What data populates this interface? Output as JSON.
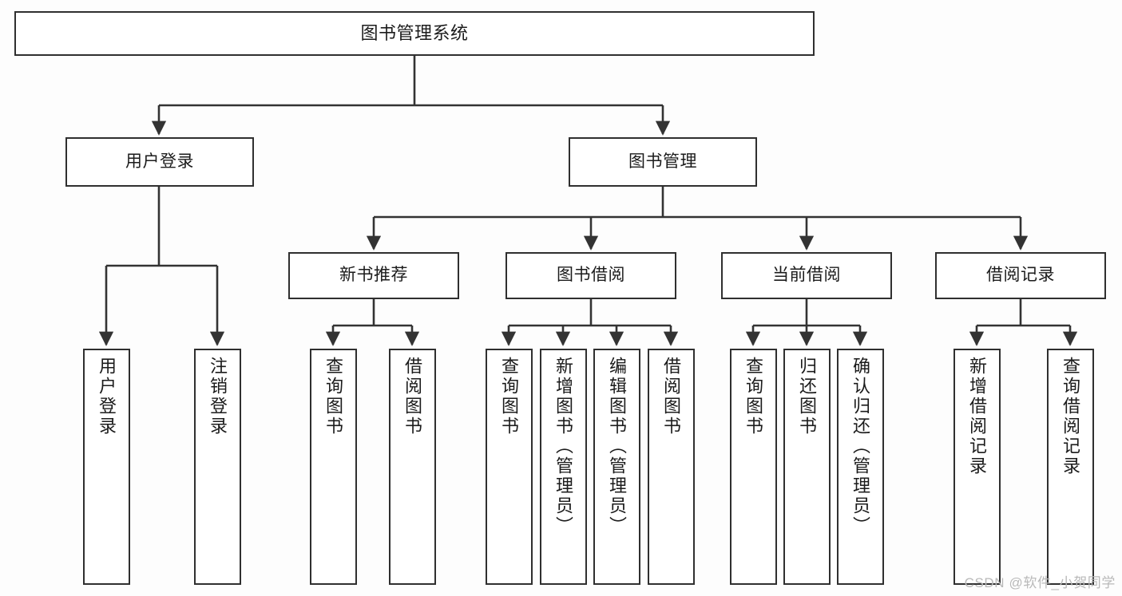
{
  "diagram": {
    "title": "图书管理系统",
    "type": "tree",
    "watermark": "CSDN @软件_小贺同学",
    "colors": {
      "background": "#fdfdfd",
      "box_fill": "#ffffff",
      "box_border": "#2f2f2f",
      "connector": "#333333",
      "text": "#1b1b1b",
      "watermark": "#b9b9b9"
    },
    "root": {
      "label": "图书管理系统",
      "orientation": "horizontal"
    },
    "level2": [
      {
        "label": "用户登录",
        "orientation": "horizontal"
      },
      {
        "label": "图书管理",
        "orientation": "horizontal"
      }
    ],
    "level3": [
      {
        "label": "新书推荐",
        "orientation": "horizontal",
        "parent": "图书管理"
      },
      {
        "label": "图书借阅",
        "orientation": "horizontal",
        "parent": "图书管理"
      },
      {
        "label": "当前借阅",
        "orientation": "horizontal",
        "parent": "图书管理"
      },
      {
        "label": "借阅记录",
        "orientation": "horizontal",
        "parent": "图书管理"
      }
    ],
    "leaves": {
      "user_login": [
        {
          "label": "用户登录",
          "orientation": "vertical"
        },
        {
          "label": "注销登录",
          "orientation": "vertical"
        }
      ],
      "new_book_recommend": [
        {
          "label": "查询图书",
          "orientation": "vertical"
        },
        {
          "label": "借阅图书",
          "orientation": "vertical"
        }
      ],
      "book_borrow": [
        {
          "label": "查询图书",
          "orientation": "vertical"
        },
        {
          "label": "新增图书（管理员）",
          "orientation": "vertical"
        },
        {
          "label": "编辑图书（管理员）",
          "orientation": "vertical"
        },
        {
          "label": "借阅图书",
          "orientation": "vertical"
        }
      ],
      "current_borrow": [
        {
          "label": "查询图书",
          "orientation": "vertical"
        },
        {
          "label": "归还图书",
          "orientation": "vertical"
        },
        {
          "label": "确认归还（管理员）",
          "orientation": "vertical"
        }
      ],
      "borrow_record": [
        {
          "label": "新增借阅记录",
          "orientation": "vertical"
        },
        {
          "label": "查询借阅记录",
          "orientation": "vertical"
        }
      ]
    }
  }
}
